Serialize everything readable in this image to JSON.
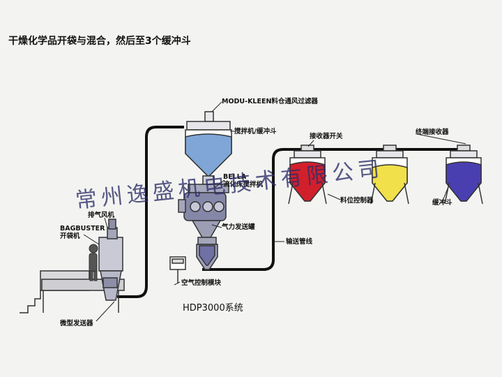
{
  "title": "干燥化学品开袋与混合，然后至3个缓冲斗",
  "system_name": "HDP3000系统",
  "watermark": "常州逸盛机电技术有限公司",
  "labels": {
    "modu_kleen": "MODU-KLEEN料仓通风过滤器",
    "mixer": "搅拌机/缓冲斗",
    "bella_line1": "BELLA",
    "bella_line2": "流化床搅拌机",
    "exhaust_fan": "排气风机",
    "bagbuster_line1": "BAGBUSTER",
    "bagbuster_line2": "开袋机",
    "pneumatic_vessel": "气力发送罐",
    "air_control": "空气控制模块",
    "micro_sender": "微型发送器",
    "conveying_line": "输送管线",
    "receiver_switch": "接收器开关",
    "terminal_receiver": "终端接收器",
    "level_controller": "料位控制器",
    "buffer_hopper": "缓冲斗"
  },
  "colors": {
    "pipe": "#111111",
    "mixer_fill": "#7fa6d6",
    "hopper_red": "#d21f2c",
    "hopper_yellow": "#f1e04a",
    "hopper_blue": "#4a3fb0",
    "equipment": "#8d8fa6"
  }
}
